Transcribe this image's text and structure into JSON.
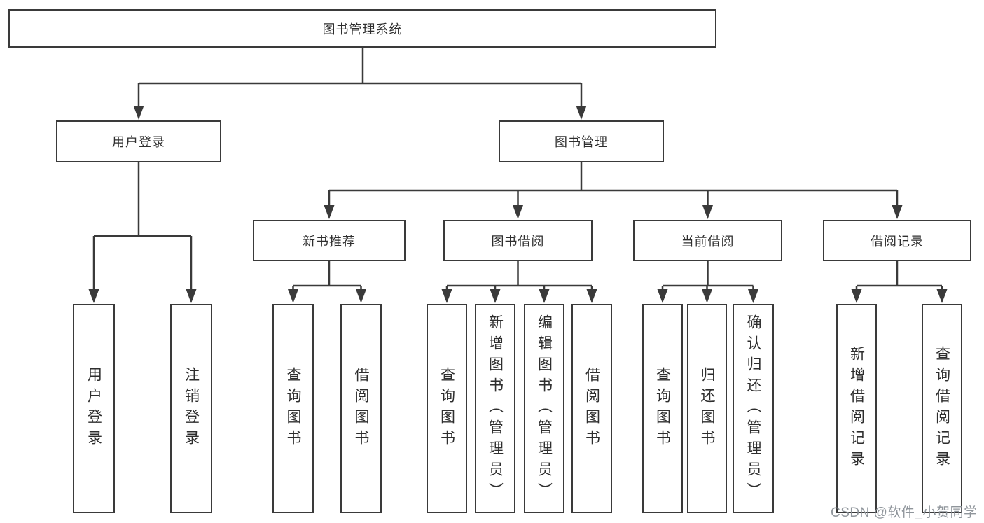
{
  "colors": {
    "line": "#3a3a3a",
    "box_border": "#3a3a3a",
    "text": "#2e2e2e",
    "watermark": "#898f96"
  },
  "diagram": {
    "root": {
      "label": "图书管理系统"
    },
    "branches": [
      {
        "label": "用户登录",
        "children": [
          {
            "label": "用户登录"
          },
          {
            "label": "注销登录"
          }
        ]
      },
      {
        "label": "图书管理",
        "sections": [
          {
            "label": "新书推荐",
            "children": [
              {
                "label": "查询图书"
              },
              {
                "label": "借阅图书"
              }
            ]
          },
          {
            "label": "图书借阅",
            "children": [
              {
                "label": "查询图书"
              },
              {
                "label": "新增图书（管理员）"
              },
              {
                "label": "编辑图书（管理员）"
              },
              {
                "label": "借阅图书"
              }
            ]
          },
          {
            "label": "当前借阅",
            "children": [
              {
                "label": "查询图书"
              },
              {
                "label": "归还图书"
              },
              {
                "label": "确认归还（管理员）"
              }
            ]
          },
          {
            "label": "借阅记录",
            "children": [
              {
                "label": "新增借阅记录"
              },
              {
                "label": "查询借阅记录"
              }
            ]
          }
        ]
      }
    ]
  },
  "watermark": {
    "text": "CSDN @软件_小贺同学"
  }
}
